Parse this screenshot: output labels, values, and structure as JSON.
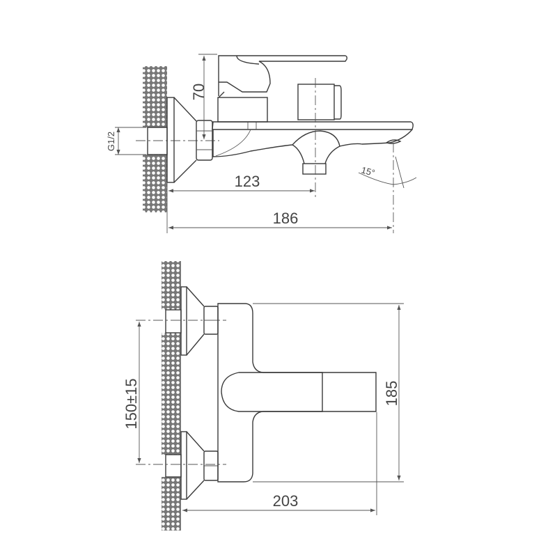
{
  "drawing": {
    "side_view": {
      "dimensions": {
        "height": "70",
        "thread": "G1/2",
        "outlet_distance": "123",
        "total_projection": "186",
        "spout_angle": "15°"
      }
    },
    "top_view": {
      "dimensions": {
        "inlet_spacing": "150±15",
        "body_height": "185",
        "total_projection": "203"
      }
    },
    "colors": {
      "line": "#3a3a3a",
      "background": "#ffffff"
    }
  }
}
